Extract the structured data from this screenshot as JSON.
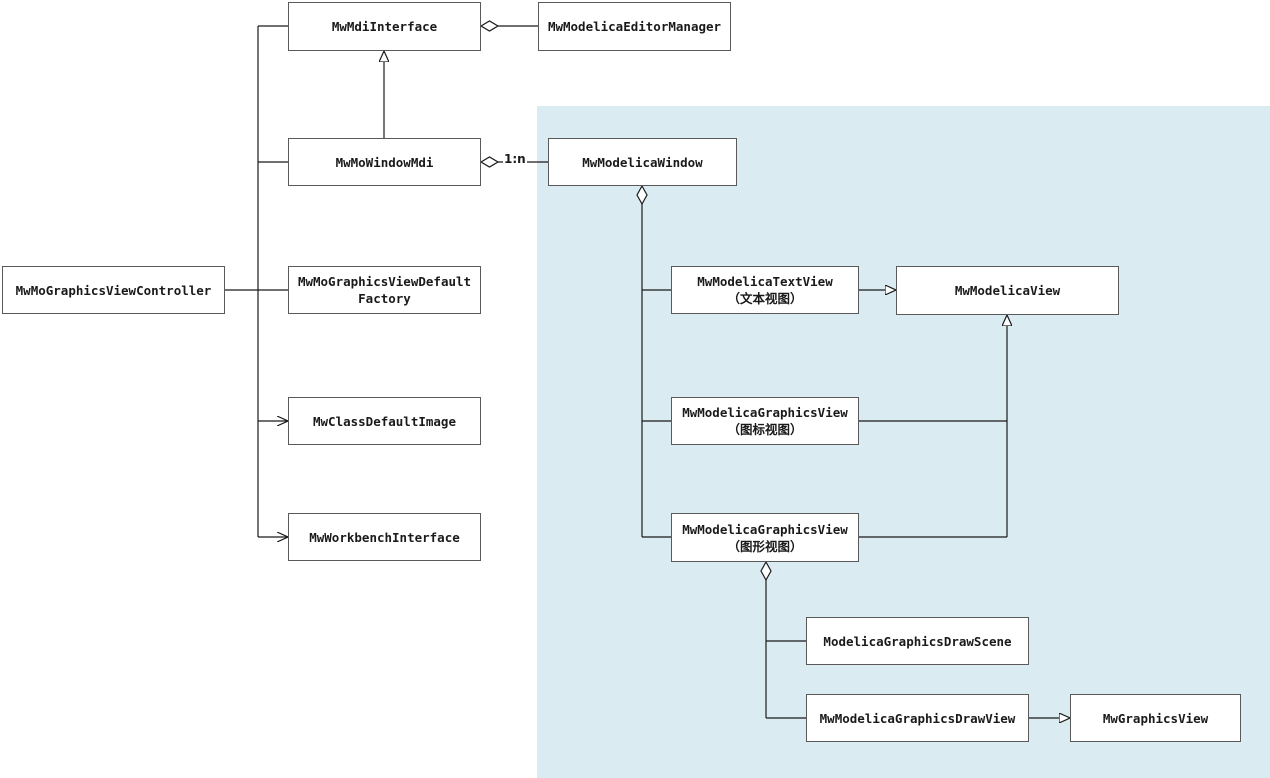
{
  "diagram": {
    "classes": {
      "mdi_interface": "MwMdiInterface",
      "editor_manager": "MwModelicaEditorManager",
      "window_mdi": "MwMoWindowMdi",
      "modelica_window": "MwModelicaWindow",
      "controller": "MwMoGraphicsViewController",
      "default_factory_line1": "MwMoGraphicsViewDefault",
      "default_factory_line2": "Factory",
      "class_default_image": "MwClassDefaultImage",
      "workbench_interface": "MwWorkbenchInterface",
      "text_view_name": "MwModelicaTextView",
      "text_view_note": "（文本视图）",
      "modelica_view": "MwModelicaView",
      "icon_view_name": "MwModelicaGraphicsView",
      "icon_view_note": "（图标视图）",
      "diagram_view_name": "MwModelicaGraphicsView",
      "diagram_view_note": "（图形视图）",
      "draw_scene": "ModelicaGraphicsDrawScene",
      "draw_view": "MwModelicaGraphicsDrawView",
      "graphics_view": "MwGraphicsView"
    },
    "multiplicity": "1:n",
    "colors": {
      "highlight_region": "#daecf2",
      "box_border": "#5a5a5a",
      "line": "#1a1a1a"
    }
  }
}
